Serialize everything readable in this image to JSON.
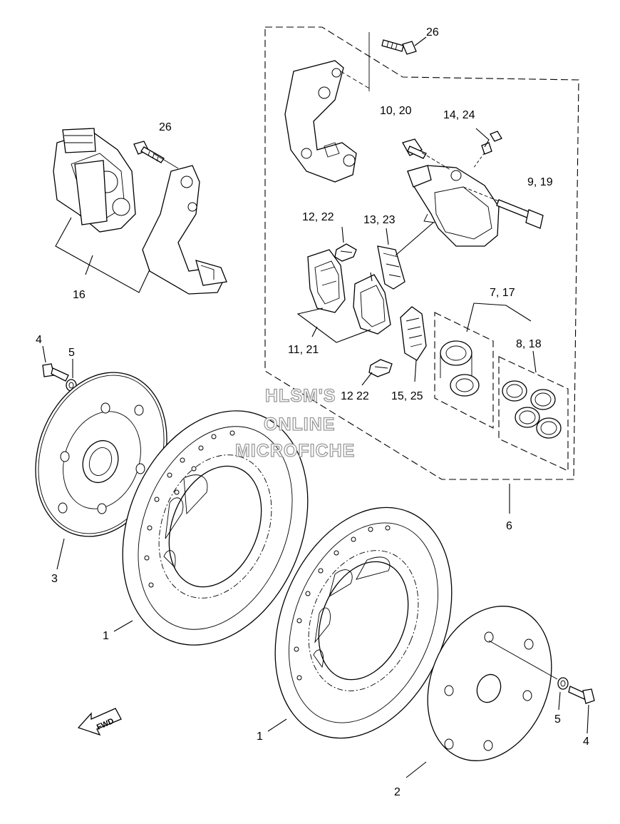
{
  "labels": {
    "l26a": "26",
    "l26b": "26",
    "l1020": "10, 20",
    "l1424": "14, 24",
    "l919": "9, 19",
    "l1222": "12, 22",
    "l1323": "13, 23",
    "l16": "16",
    "l717": "7, 17",
    "l818": "8, 18",
    "l1121": "11, 21",
    "l4a": "4",
    "l5a": "5",
    "l12b": "12",
    "l22b": "22",
    "l1525": "15, 25",
    "l6": "6",
    "l3": "3",
    "l1a": "1",
    "l1b": "1",
    "l5b": "5",
    "l4b": "4",
    "l2": "2"
  },
  "watermark": {
    "line1": "HLSM'S",
    "line2": "ONLINE",
    "line3": "MICROFICHE"
  },
  "fwd_arrow": "FWD"
}
